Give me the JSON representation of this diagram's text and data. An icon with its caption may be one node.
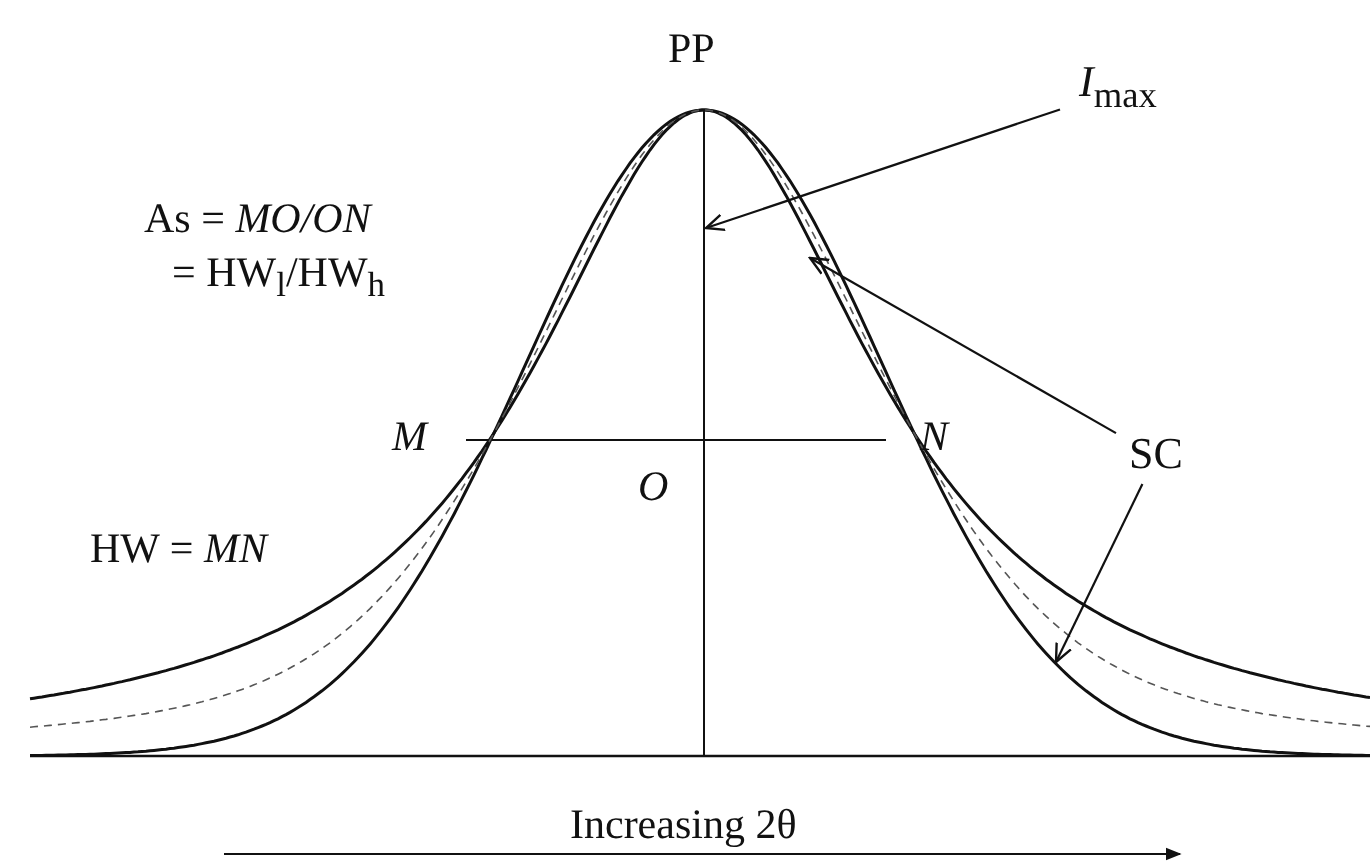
{
  "diagram": {
    "nodes": [
      {
        "text": [
          "*I*$_{max}$"
        ]
      },
      {
        "text": [
          "SC"
        ]
      }
    ],
    "edges": [
      {
        "from": 0,
        "to": null,
        "arrow": "to"
      },
      {
        "from": 1,
        "to": null,
        "arrow": "to"
      },
      {
        "from": 1,
        "to": null,
        "arrow": "to"
      }
    ],
    "labels": [
      "PP",
      "As = *MO/ON*",
      "= HW$_{l}$/HW$_{h}$",
      "M",
      "N",
      "O",
      "HW = *MN*",
      "Increasing 2θ"
    ]
  }
}
